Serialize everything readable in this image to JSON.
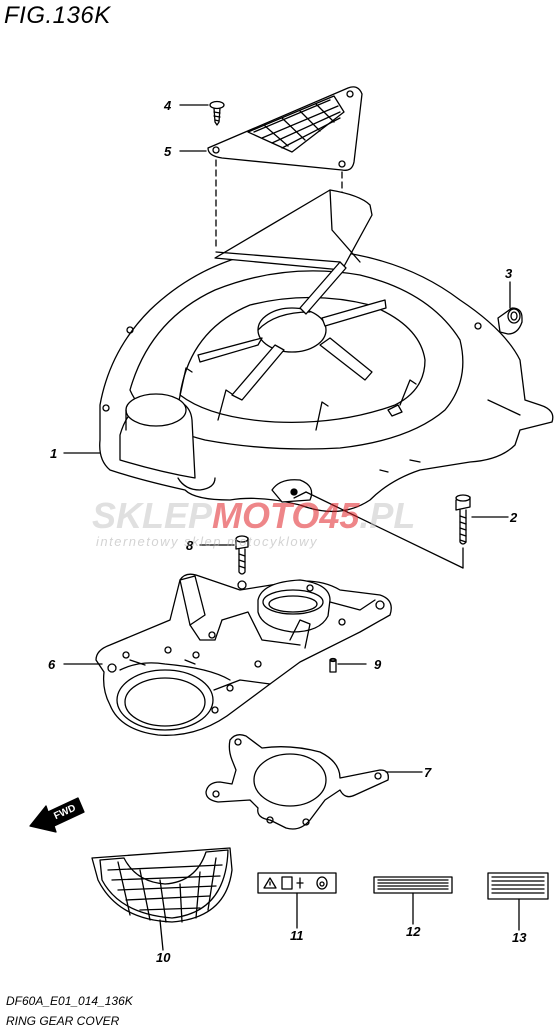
{
  "figure": {
    "title": "FIG.136K"
  },
  "footer": {
    "code": "DF60A_E01_014_136K",
    "name": "RING GEAR COVER"
  },
  "watermark": {
    "brand_a": "SKLEP",
    "brand_b": "MOTO",
    "brand_c": "45",
    "brand_d": ".PL",
    "tagline": "internetowy sklep motocyklowy",
    "accent": "#e1252a",
    "gray": "#c8c8c8"
  },
  "callouts": {
    "c1": "1",
    "c2": "2",
    "c3": "3",
    "c4": "4",
    "c5": "5",
    "c6": "6",
    "c7": "7",
    "c8": "8",
    "c9": "9",
    "c10": "10",
    "c11": "11",
    "c12": "12",
    "c13": "13"
  },
  "fwd_label": "FWD"
}
